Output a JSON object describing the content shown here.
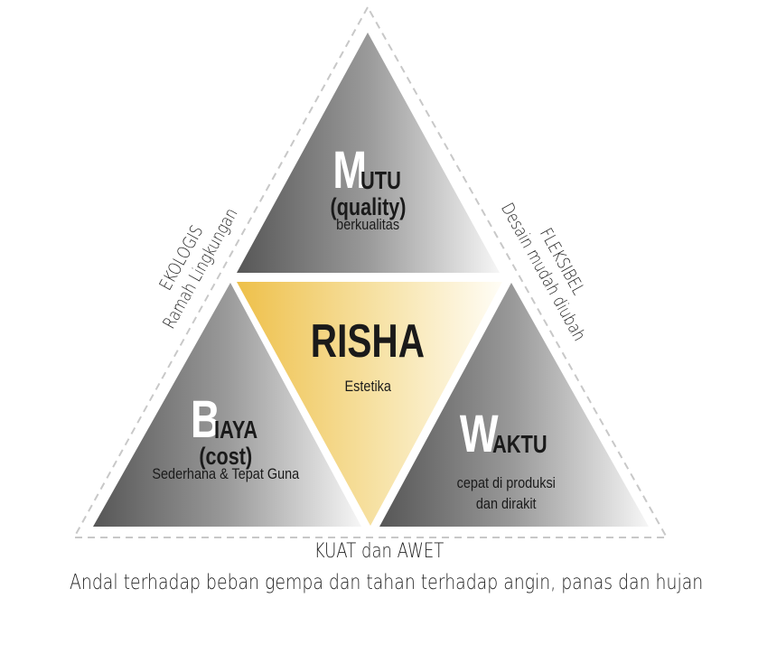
{
  "diagram": {
    "center": {
      "title": "RISHA",
      "subtitle": "Estetika",
      "color": "#f0c850"
    },
    "top": {
      "initial": "M",
      "rest": "UTU",
      "english": "(quality)",
      "description": "berkualitas"
    },
    "left": {
      "initial": "B",
      "rest": "IAYA",
      "english": "(cost)",
      "description": "Sederhana & Tepat Guna"
    },
    "right": {
      "initial": "W",
      "rest": "AKTU",
      "description_line1": "cepat di produksi",
      "description_line2": "dan dirakit"
    },
    "left_side": {
      "line1": "EKOLOGIS",
      "line2": "Ramah Lingkungan"
    },
    "right_side": {
      "line1": "FLEKSIBEL",
      "line2": "Desain mudah diubah"
    },
    "bottom": {
      "line1": "KUAT dan AWET",
      "line2": "Andal terhadap beban gempa dan tahan terhadap angin, panas dan hujan"
    },
    "colors": {
      "gray_dark": "#5a5a5a",
      "gray_light": "#f4f4f4",
      "yellow_dark": "#efc24a",
      "yellow_light": "#fffdf5",
      "dash": "#c8c8c8"
    }
  }
}
